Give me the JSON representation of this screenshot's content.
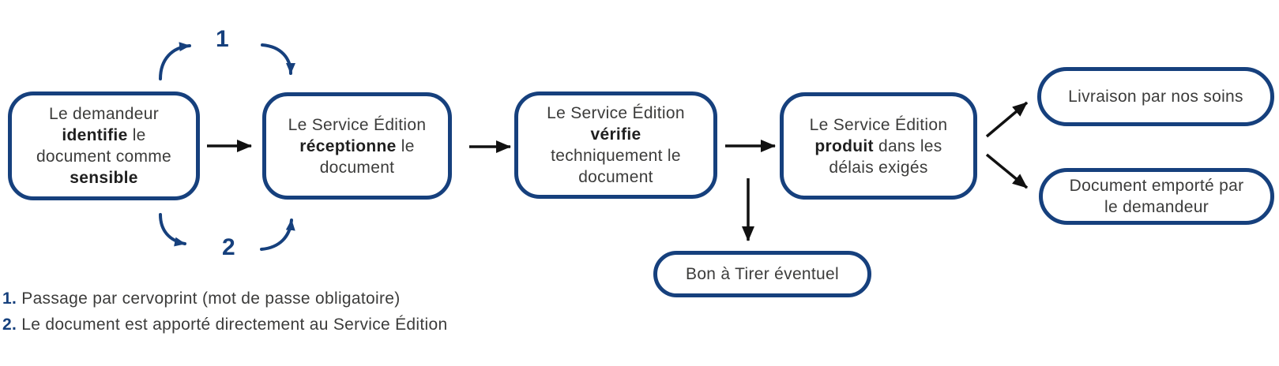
{
  "colors": {
    "navy": "#16407d",
    "text_gray": "#3c3c3b",
    "arrow_black": "#111111",
    "background": "#ffffff"
  },
  "boxes": {
    "identify": {
      "line1": "Le demandeur",
      "line2_bold": "identifie",
      "line2_rest": " le",
      "line3": "document comme",
      "line4_bold": "sensible"
    },
    "receive": {
      "line1": "Le Service Édition",
      "line2_bold": "réceptionne",
      "line2_rest": " le",
      "line3": "document"
    },
    "verify": {
      "line1": "Le Service Édition",
      "line2_bold": "vérifie",
      "line3": "techniquement le",
      "line4": "document"
    },
    "produce": {
      "line1": "Le Service Édition",
      "line2_bold": "produit",
      "line2_rest": " dans les",
      "line3": "délais exigés"
    },
    "delivery": {
      "line1": "Livraison par nos soins"
    },
    "pickup": {
      "line1": "Document emporté par",
      "line2": "le demandeur"
    },
    "proof": {
      "line1": "Bon à Tirer éventuel"
    }
  },
  "path_labels": {
    "path1": "1",
    "path2": "2"
  },
  "notes": [
    {
      "num": "1.",
      "text": " Passage par cervoprint (mot de passe obligatoire)"
    },
    {
      "num": "2.",
      "text": " Le document est apporté directement au Service Édition"
    }
  ]
}
